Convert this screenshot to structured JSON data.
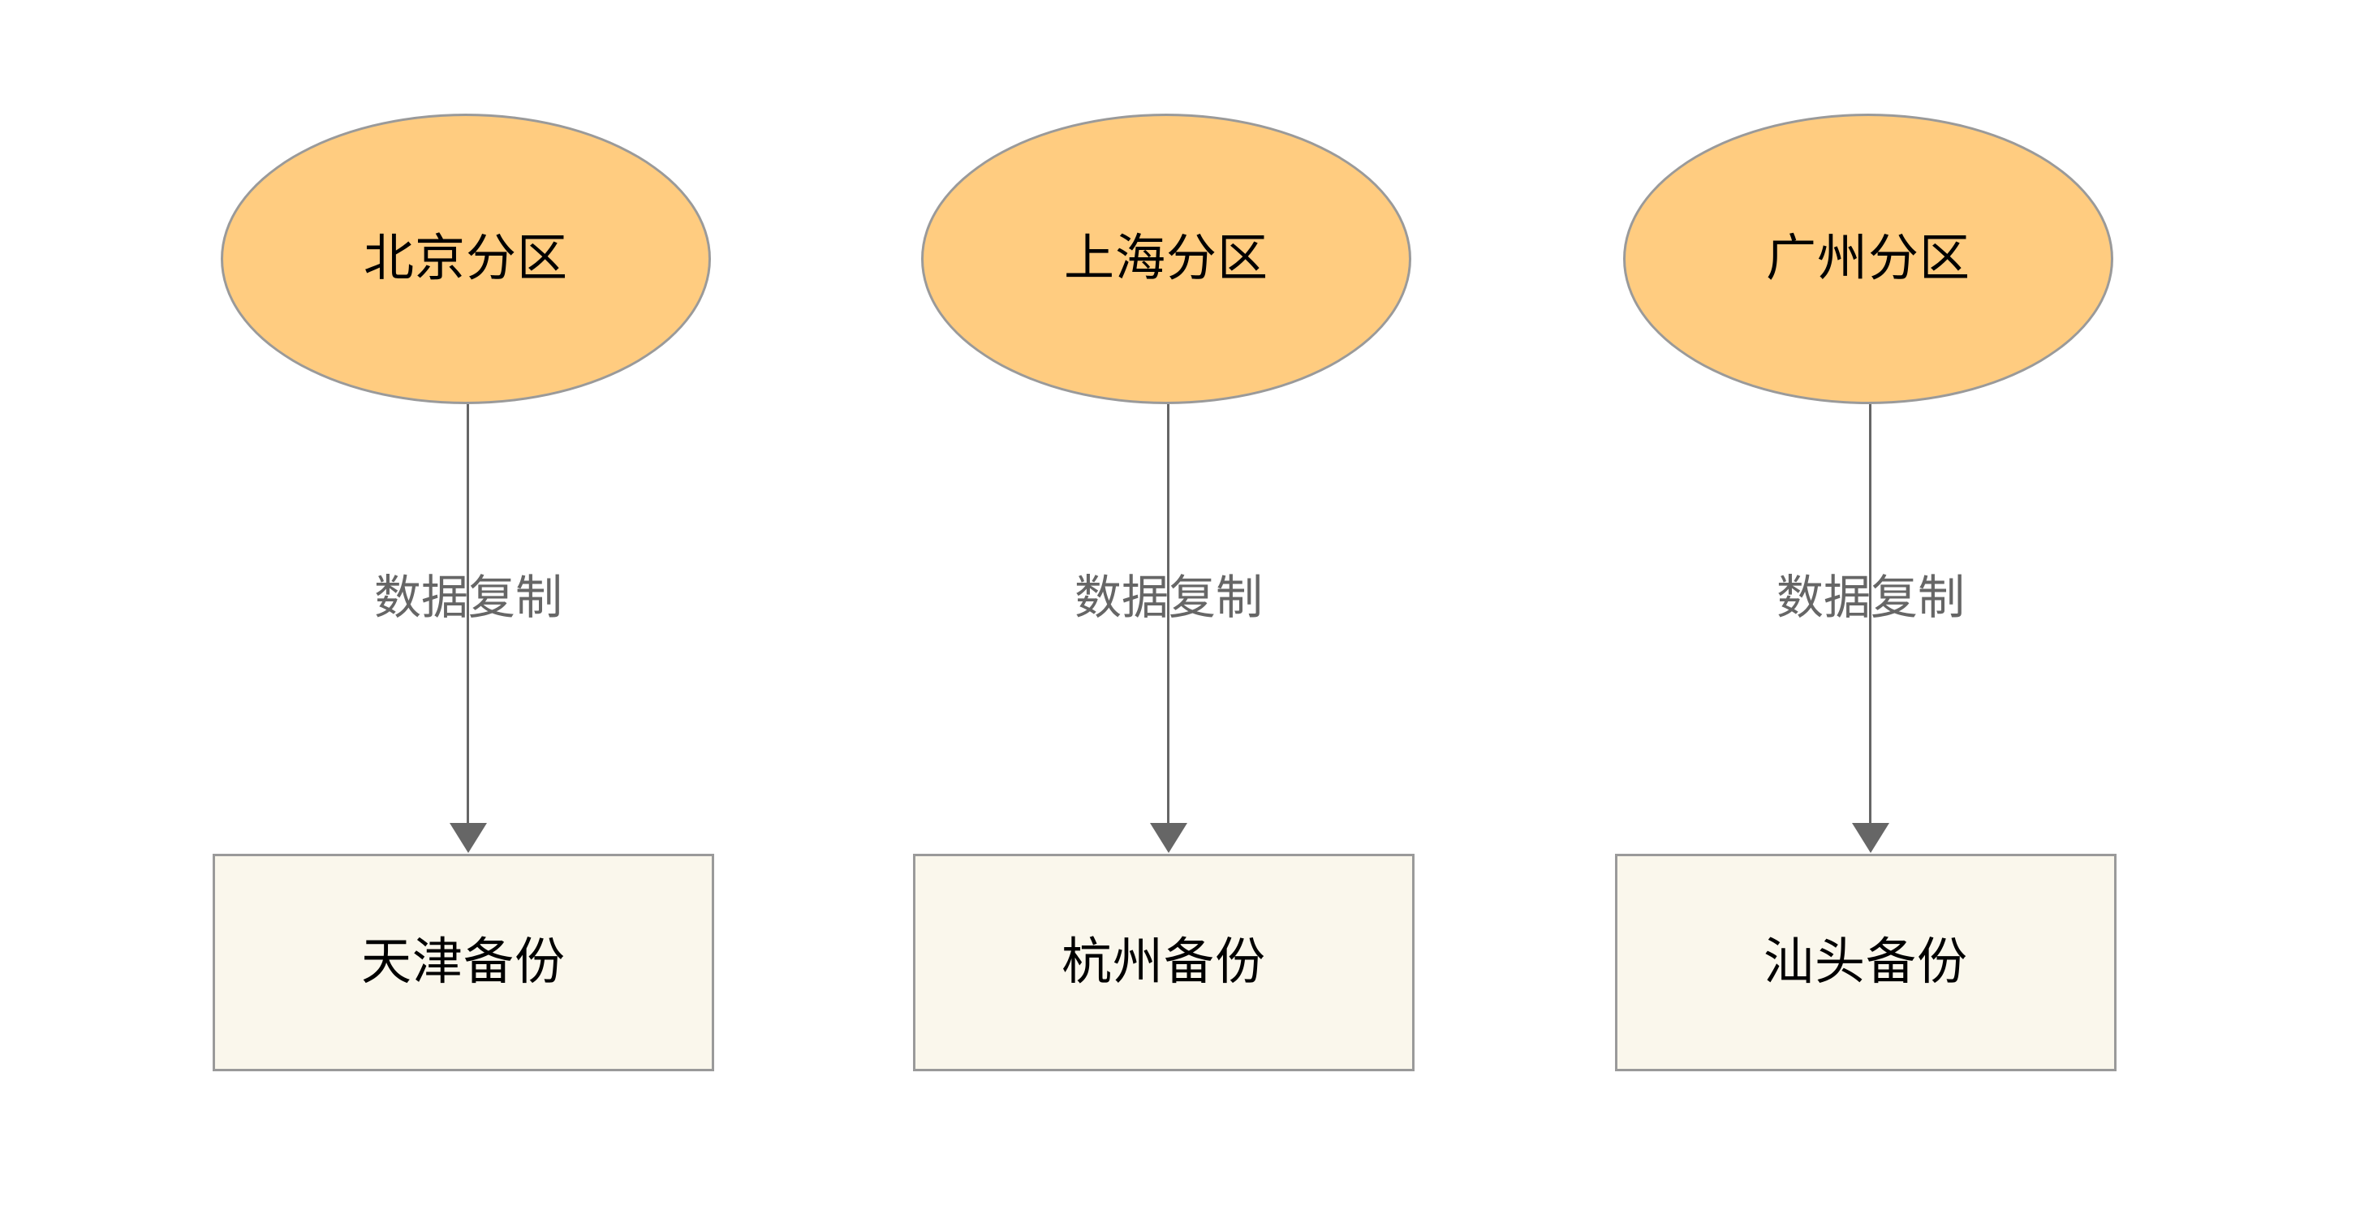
{
  "diagram": {
    "background_color": "#ffffff",
    "node_fill_source": "#ffcc80",
    "node_fill_target": "#faf7ec",
    "node_stroke": "#9a9a9a",
    "edge_color": "#666666",
    "edge_label_color": "#666666",
    "node_text_color": "#000000",
    "columns": [
      {
        "source": {
          "label": "北京分区",
          "shape": "ellipse"
        },
        "edge": {
          "label": "数据复制",
          "arrow": "down-arrow-icon"
        },
        "target": {
          "label": "天津备份",
          "shape": "rectangle"
        }
      },
      {
        "source": {
          "label": "上海分区",
          "shape": "ellipse"
        },
        "edge": {
          "label": "数据复制",
          "arrow": "down-arrow-icon"
        },
        "target": {
          "label": "杭州备份",
          "shape": "rectangle"
        }
      },
      {
        "source": {
          "label": "广州分区",
          "shape": "ellipse"
        },
        "edge": {
          "label": "数据复制",
          "arrow": "down-arrow-icon"
        },
        "target": {
          "label": "汕头备份",
          "shape": "rectangle"
        }
      }
    ]
  }
}
